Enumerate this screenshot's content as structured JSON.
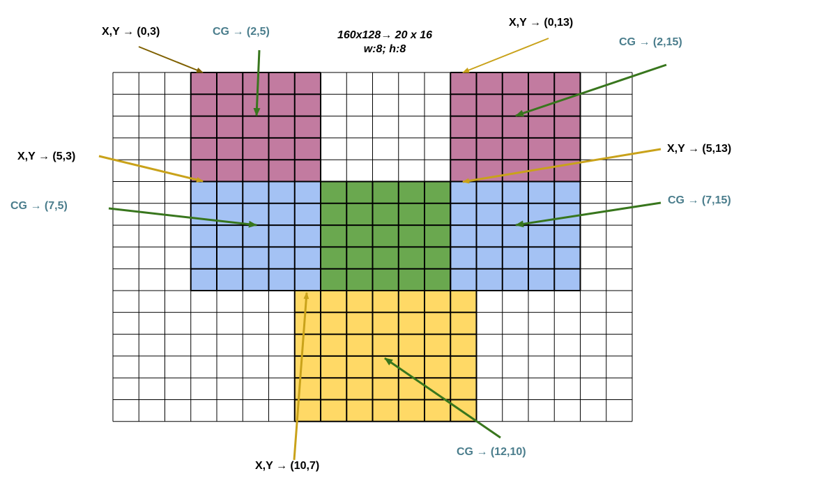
{
  "title": {
    "line1": "160x128→ 20 x 16",
    "line2": "w:8; h:8"
  },
  "grid": {
    "cols": 20,
    "rows": 16,
    "line_color": "#000000",
    "background": "#ffffff"
  },
  "colors": {
    "magenta": "#c27ba0",
    "blue": "#a4c2f4",
    "green": "#6aa84f",
    "yellow": "#ffd966",
    "arrow_gold": "#c9a21a",
    "arrow_brown": "#7f6000",
    "arrow_green": "#38761d",
    "label_teal": "#4a7d8c",
    "label_black": "#000000"
  },
  "blocks": [
    {
      "name": "block-top-left",
      "color": "magenta",
      "row": 0,
      "col": 3,
      "rows": 5,
      "cols": 5
    },
    {
      "name": "block-top-right",
      "color": "magenta",
      "row": 0,
      "col": 13,
      "rows": 5,
      "cols": 5
    },
    {
      "name": "block-mid-left",
      "color": "blue",
      "row": 5,
      "col": 3,
      "rows": 5,
      "cols": 5
    },
    {
      "name": "block-center",
      "color": "green",
      "row": 5,
      "col": 8,
      "rows": 5,
      "cols": 5
    },
    {
      "name": "block-mid-right",
      "color": "blue",
      "row": 5,
      "col": 13,
      "rows": 5,
      "cols": 5
    },
    {
      "name": "block-bottom",
      "color": "yellow",
      "row": 10,
      "col": 7,
      "rows": 6,
      "cols": 7
    }
  ],
  "labels": {
    "xy_0_3": "X,Y → (0,3)",
    "cg_2_5": "CG → (2,5)",
    "xy_0_13": "X,Y → (0,13)",
    "cg_2_15": "CG → (2,15)",
    "xy_5_3": "X,Y → (5,3)",
    "cg_7_5": "CG → (7,5)",
    "xy_5_13": "X,Y → (5,13)",
    "cg_7_15": "CG → (7,15)",
    "cg_12_10": "CG → (12,10)",
    "xy_10_7": "X,Y → (10,7)"
  }
}
